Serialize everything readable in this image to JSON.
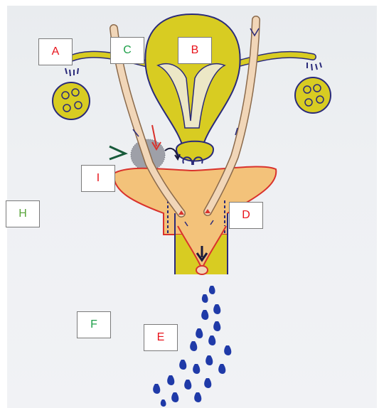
{
  "labels": {
    "a": {
      "text": "A",
      "color": "#e8131b"
    },
    "b": {
      "text": "B",
      "color": "#e8131b"
    },
    "c": {
      "text": "C",
      "color": "#1fa04a"
    },
    "d": {
      "text": "D",
      "color": "#e8131b"
    },
    "e": {
      "text": "E",
      "color": "#e8131b"
    },
    "f": {
      "text": "F",
      "color": "#1fa04a"
    },
    "h": {
      "text": "H",
      "color": "#5aa53b"
    },
    "i": {
      "text": "I",
      "color": "#e8131b"
    }
  },
  "colors": {
    "organ_fill": "#d8cc22",
    "organ_outline": "#2a2a7a",
    "tube_fill": "#f1d6b8",
    "gland_fill": "#f3c27a",
    "gland_outline": "#d9322c",
    "drops": "#1f3aa8",
    "arrow_dark": "#1a1a3a",
    "arrow_red": "#d9322c",
    "arrow_green": "#175a3a"
  }
}
